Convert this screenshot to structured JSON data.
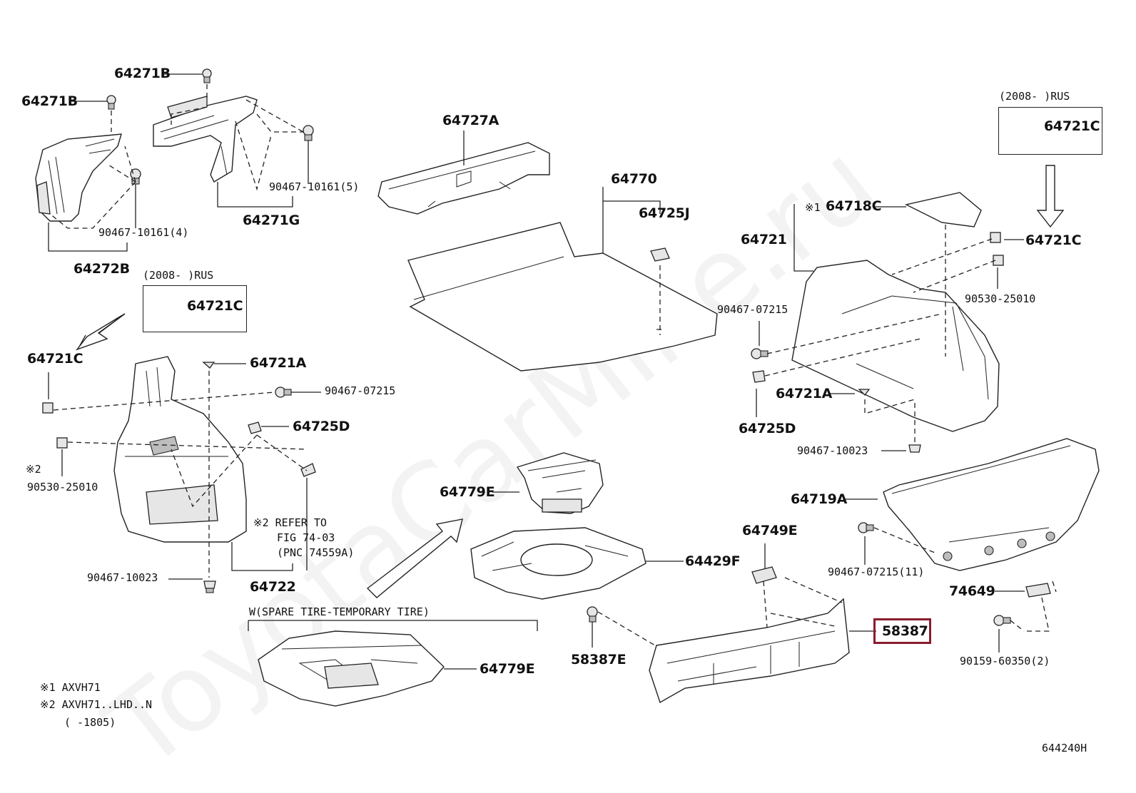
{
  "diagram": {
    "watermark": "ToyotaCarMine.ru",
    "figure_code": "644240H",
    "labels": {
      "l_64271B_top": "64271B",
      "l_64271B_left": "64271B",
      "l_90467_10161_5": "90467-10161(5)",
      "l_64271G": "64271G",
      "l_90467_10161_4": "90467-10161(4)",
      "l_64272B": "64272B",
      "l_64727A": "64727A",
      "l_64770": "64770",
      "l_64725J": "64725J",
      "l_64721C_left_box": "64721C",
      "l_64721C_left": "64721C",
      "l_64721A_left": "64721A",
      "l_90467_07215_left": "90467-07215",
      "l_64725D_left": "64725D",
      "l_90530_25010_left": "90530-25010",
      "l_90467_10023_left": "90467-10023",
      "l_64722": "64722",
      "l_64779E_top": "64779E",
      "l_64429F": "64429F",
      "l_64779E_bottom": "64779E",
      "l_64721C_right_box": "64721C",
      "l_64718C": "64718C",
      "l_64721": "64721",
      "l_64721C_right": "64721C",
      "l_90530_25010_right": "90530-25010",
      "l_90467_07215_right": "90467-07215",
      "l_64721A_right": "64721A",
      "l_64725D_right": "64725D",
      "l_90467_10023_right": "90467-10023",
      "l_64719A": "64719A",
      "l_64749E": "64749E",
      "l_90467_07215_11": "90467-07215(11)",
      "l_74649": "74649",
      "l_58387": "58387",
      "l_58387E": "58387E",
      "l_90159_60350_2": "90159-60350(2)"
    },
    "notes": {
      "rus_left": "(2008-          )RUS",
      "rus_right": "(2008-          )RUS",
      "mark_x1": "※1",
      "mark_x2_left": "※2",
      "refer_1": "※2 REFER TO",
      "refer_2": "FIG 74-03",
      "refer_3": "(PNC 74559A)",
      "spare_tire": "W(SPARE TIRE-TEMPORARY TIRE)",
      "legend_1": "※1 AXVH71",
      "legend_2": "※2 AXVH71..LHD..N",
      "legend_3": "(        -1805)"
    },
    "highlighted_part": "58387",
    "highlight_color": "#8a1c2e"
  }
}
